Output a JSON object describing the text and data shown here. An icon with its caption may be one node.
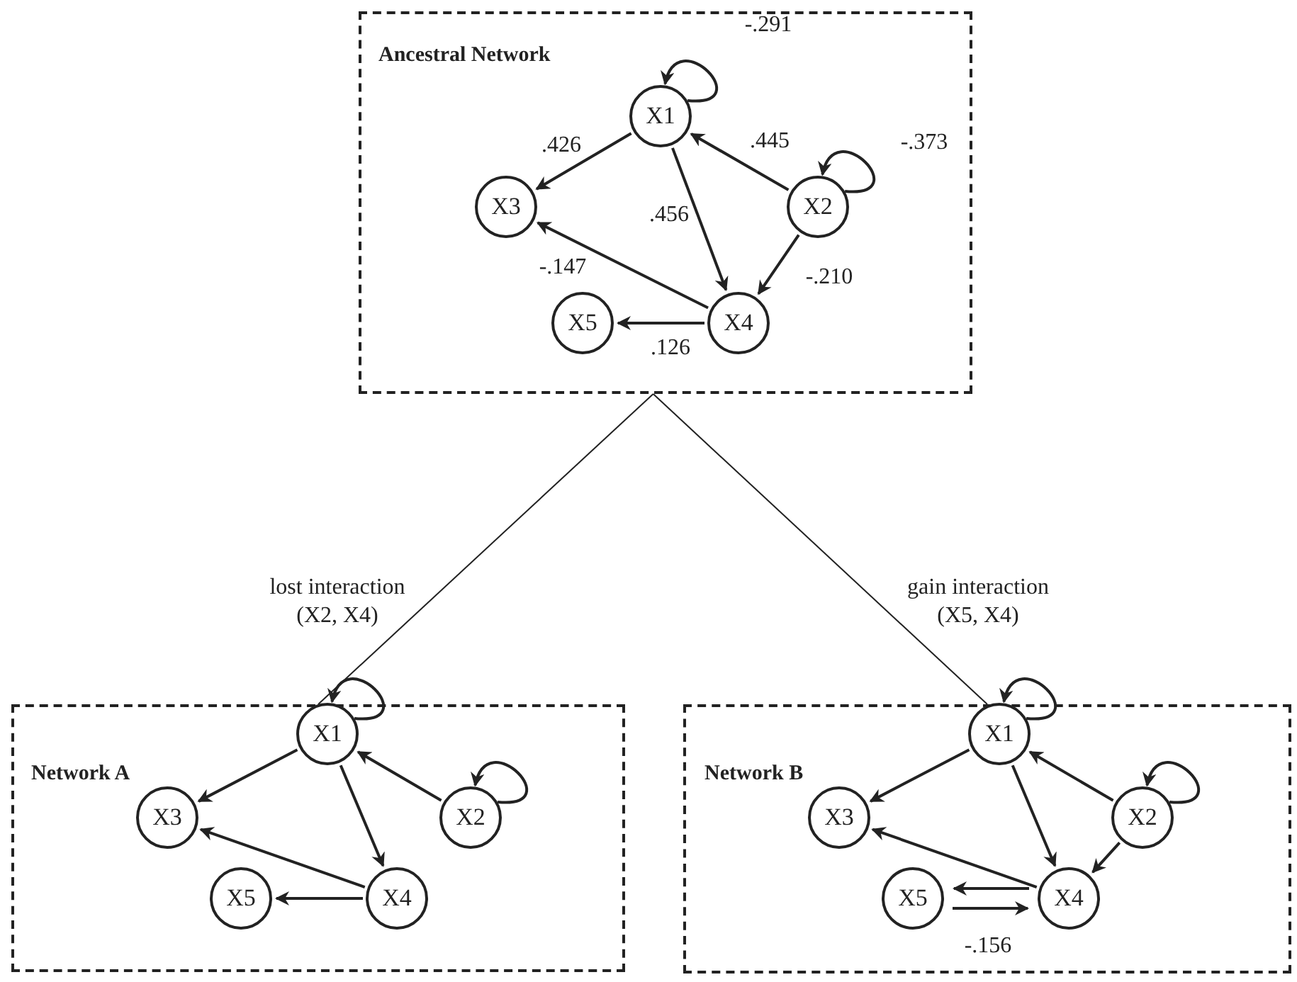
{
  "diagram": {
    "nodes": [
      {
        "text": [
          "Ancestral Network"
        ]
      },
      {
        "text": [
          "X1"
        ],
        "in": 0
      },
      {
        "text": [
          "X3"
        ],
        "in": 0
      },
      {
        "text": [
          "X2"
        ],
        "in": 0
      },
      {
        "text": [
          "X5"
        ],
        "in": 0
      },
      {
        "text": [
          "X4"
        ],
        "in": 0
      },
      {
        "text": [
          "Network A"
        ]
      },
      {
        "text": [
          "X1"
        ],
        "in": 6
      },
      {
        "text": [
          "X3"
        ],
        "in": 6
      },
      {
        "text": [
          "X2"
        ],
        "in": 6
      },
      {
        "text": [
          "X5"
        ],
        "in": 6
      },
      {
        "text": [
          "X4"
        ],
        "in": 6
      },
      {
        "text": [
          "Network B"
        ]
      },
      {
        "text": [
          "X1"
        ],
        "in": 12
      },
      {
        "text": [
          "X3"
        ],
        "in": 12
      },
      {
        "text": [
          "X2"
        ],
        "in": 12
      },
      {
        "text": [
          "X5"
        ],
        "in": 12
      },
      {
        "text": [
          "X4"
        ],
        "in": 12
      }
    ],
    "edges": [
      {
        "from": 1,
        "to": 1,
        "arrow": "to",
        "label": "-.291"
      },
      {
        "from": 3,
        "to": 3,
        "arrow": "to",
        "label": "-.373"
      },
      {
        "from": 1,
        "to": 2,
        "arrow": "to",
        "label": ".426"
      },
      {
        "from": 3,
        "to": 1,
        "arrow": "to",
        "label": ".445"
      },
      {
        "from": 1,
        "to": 5,
        "arrow": "to",
        "label": ".456"
      },
      {
        "from": 3,
        "to": 5,
        "arrow": "to",
        "label": "-.210"
      },
      {
        "from": 5,
        "to": 2,
        "arrow": "to",
        "label": "-.147"
      },
      {
        "from": 5,
        "to": 4,
        "arrow": "to",
        "label": ".126"
      },
      {
        "from": 7,
        "to": 7,
        "arrow": "to"
      },
      {
        "from": 9,
        "to": 9,
        "arrow": "to"
      },
      {
        "from": 7,
        "to": 8,
        "arrow": "to"
      },
      {
        "from": 9,
        "to": 7,
        "arrow": "to"
      },
      {
        "from": 7,
        "to": 11,
        "arrow": "to"
      },
      {
        "from": 11,
        "to": 8,
        "arrow": "to"
      },
      {
        "from": 11,
        "to": 10,
        "arrow": "to"
      },
      {
        "from": 13,
        "to": 13,
        "arrow": "to"
      },
      {
        "from": 15,
        "to": 15,
        "arrow": "to"
      },
      {
        "from": 13,
        "to": 14,
        "arrow": "to"
      },
      {
        "from": 15,
        "to": 13,
        "arrow": "to"
      },
      {
        "from": 13,
        "to": 17,
        "arrow": "to"
      },
      {
        "from": 15,
        "to": 17,
        "arrow": "to"
      },
      {
        "from": 17,
        "to": 14,
        "arrow": "to"
      },
      {
        "from": 17,
        "to": 16,
        "arrow": "to"
      },
      {
        "from": 16,
        "to": 17,
        "arrow": "to",
        "label": "-.156"
      },
      {
        "from": 0,
        "to": 6,
        "arrow": "none",
        "label": "lost interaction (X2, X4)"
      },
      {
        "from": 0,
        "to": 12,
        "arrow": "none",
        "label": "gain interaction (X5, X4)"
      }
    ]
  }
}
